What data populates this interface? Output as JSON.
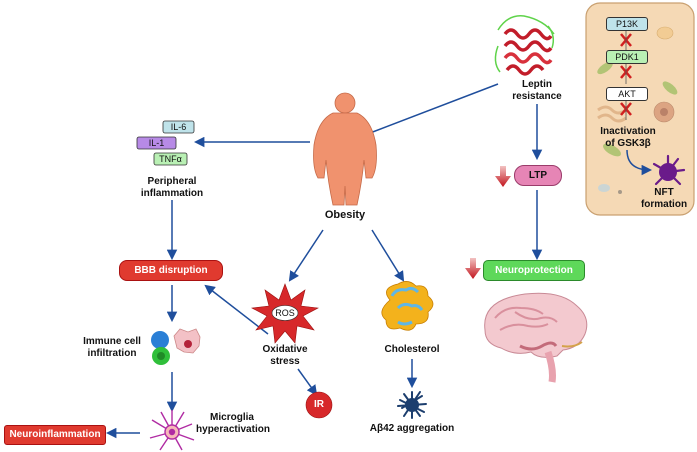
{
  "colors": {
    "arrow": "#1f4e9c",
    "red_pill": "#e03a2f",
    "green_pill": "#5ed85a",
    "pink_pill": "#e685b5",
    "panel_bg": "#f5d9b5",
    "panel_border": "#c9a070",
    "body": "#f0926e",
    "cyan_box": "#bfe3ea",
    "purple_box": "#b78ae6",
    "green_box": "#b9f0b4",
    "x_mark": "#d11f1f"
  },
  "icons": {
    "obesity": "obese-person-icon",
    "leptin": "leptin-protein-icon",
    "immune": "immune-cells-icon",
    "microglia": "microglia-icon",
    "ros": "ros-burst-icon",
    "cholesterol": "cholesterol-lipoprotein-icon",
    "abeta": "amyloid-aggregate-icon",
    "brain": "brain-icon",
    "nft": "nft-tangle-icon",
    "down_arrow": "down-arrow-icon"
  },
  "labels": {
    "obesity": "Obesity",
    "leptin_line1": "Leptin",
    "leptin_line2": "resistance",
    "peripheral_line1": "Peripheral",
    "peripheral_line2": "inflammation",
    "bbb": "BBB disruption",
    "immune_line1": "Immune cell",
    "immune_line2": "infiltration",
    "neuroinflammation": "Neuroinflammation",
    "microglia_line1": "Microglia",
    "microglia_line2": "hyperactivation",
    "ros": "ROS",
    "oxidative_line1": "Oxidative",
    "oxidative_line2": "stress",
    "ir": "IR",
    "cholesterol": "Cholesterol",
    "abeta": "Aβ42 aggregation",
    "ltp": "LTP",
    "neuroprotection": "Neuroprotection"
  },
  "cytokines": [
    "IL-6",
    "IL-1",
    "TNFα"
  ],
  "panel": {
    "pi3k": "P13K",
    "pdk1": "PDK1",
    "akt": "AKT",
    "inactivation_line1": "Inactivation",
    "inactivation_line2": "of GSK3β",
    "nft_line1": "NFT",
    "nft_line2": "formation"
  }
}
